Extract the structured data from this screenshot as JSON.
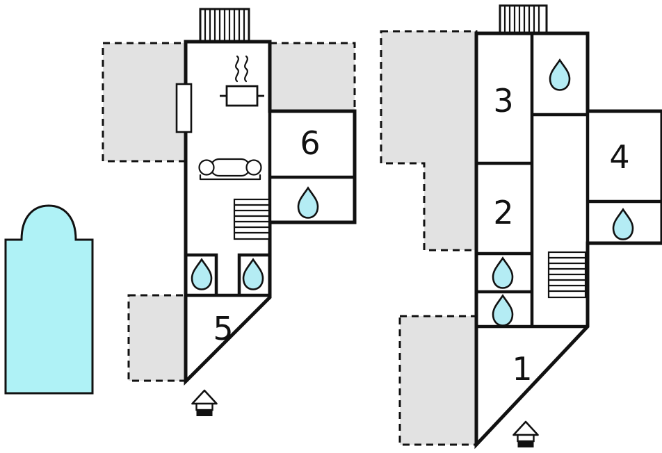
{
  "colors": {
    "water": "#b4ecf4",
    "pool": "#aff2f6",
    "terrace": "#e2e2e2",
    "wall": "#111111",
    "background": "#ffffff"
  },
  "left_plan": {
    "rooms": {
      "room5": {
        "label": "5"
      },
      "room6": {
        "label": "6"
      }
    },
    "icons": [
      "chimney-icon",
      "door",
      "stove-icon",
      "sofa-icon",
      "stairs-icon",
      "water-drop-icon",
      "entrance-arrow-icon",
      "pool",
      "terrace"
    ]
  },
  "right_plan": {
    "rooms": {
      "room1": {
        "label": "1"
      },
      "room2": {
        "label": "2"
      },
      "room3": {
        "label": "3"
      },
      "room4": {
        "label": "4"
      }
    },
    "icons": [
      "chimney-icon",
      "stairs-icon",
      "water-drop-icon",
      "entrance-arrow-icon",
      "terrace"
    ]
  }
}
